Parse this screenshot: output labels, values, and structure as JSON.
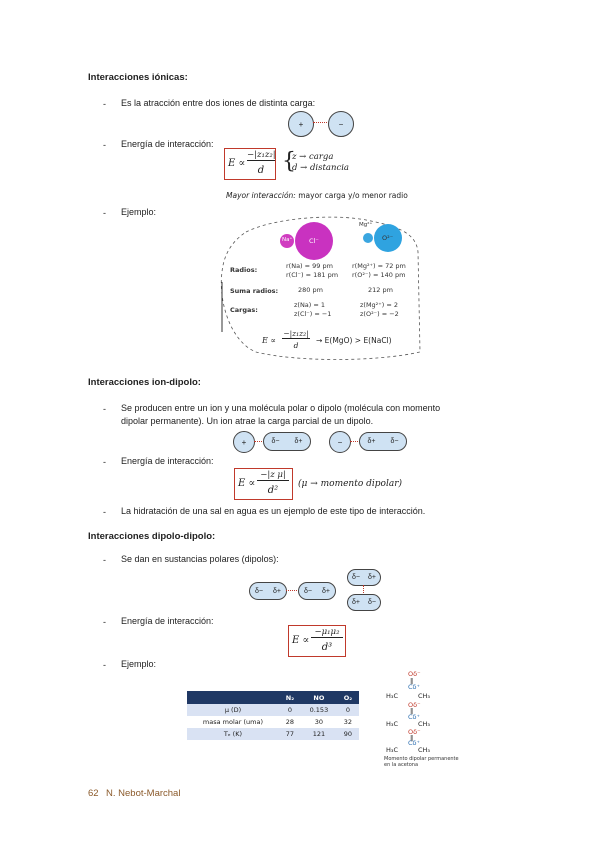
{
  "headings": {
    "ionic": "Interacciones iónicas:",
    "ion_dipole": "Interacciones ion-dipolo:",
    "dipole_dipole": "Interacciones dipolo-dipolo:"
  },
  "bullets": {
    "b1": "Es la atracción entre dos iones de distinta carga:",
    "b2": "Energía de interacción:",
    "b3": "Ejemplo:",
    "b4": "Se producen entre un ion y una molécula polar o dipolo (molécula con momento dipolar permanente). Un ion atrae la carga parcial de un dipolo.",
    "b5": "Energía de interacción:",
    "b6": "La hidratación de una sal en agua es un ejemplo de este tipo de interacción.",
    "b7": "Se dan en sustancias polares (dipolos):",
    "b8": "Energía de interacción:",
    "b9": "Ejemplo:"
  },
  "dash": "-",
  "ionic_formula": {
    "lhs": "E ∝",
    "numerator": "−|z₁z₂|",
    "denominator": "d",
    "z_label": "z → carga",
    "d_label": "d → distancia",
    "note_bold": "Mayor interacción:",
    "note_rest": " mayor carga y/o menor radio"
  },
  "example_figure": {
    "na": "Na⁺",
    "cl": "Cl⁻",
    "mg": "Mg²⁺",
    "o": "O²⁻",
    "row_labels": [
      "Radios:",
      "Suma radios:",
      "Cargas:"
    ],
    "col1": [
      "r(Na) = 99 pm",
      "r(Cl⁻) = 181 pm",
      "280 pm",
      "z(Na) = 1",
      "z(Cl⁻) = −1"
    ],
    "col2": [
      "r(Mg²⁺) = 72 pm",
      "r(O²⁻) = 140 pm",
      "212 pm",
      "z(Mg²⁺) = 2",
      "z(O²⁻) = −2"
    ],
    "formula_lhs": "E ∝",
    "formula_num": "−|z₁z₂|",
    "formula_den": "d",
    "conclusion": "→   E(MgO) > E(NaCl)"
  },
  "ion_dipole_formula": {
    "lhs": "E ∝",
    "numerator": "−|z μ|",
    "denominator": "d²",
    "note": "(μ → momento dipolar)"
  },
  "dipole_formula": {
    "lhs": "E ∝",
    "numerator": "−μ₁μ₂",
    "denominator": "d³"
  },
  "charges": {
    "plus": "+",
    "minus": "−",
    "delta_minus": "δ−",
    "delta_plus": "δ+"
  },
  "table": {
    "headers": [
      "",
      "N₂",
      "NO",
      "O₂"
    ],
    "rows": [
      [
        "μ (D)",
        "0",
        "0.153",
        "0"
      ],
      [
        "masa molar (uma)",
        "28",
        "30",
        "32"
      ],
      [
        "Tₑ (K)",
        "77",
        "121",
        "90"
      ]
    ]
  },
  "molecules": {
    "o": "O",
    "c": "C",
    "h3c": "H₃C",
    "ch3": "CH₃",
    "delta_minus": "δ⁻",
    "delta_plus": "δ⁺",
    "caption": "Momento dipolar permanente en la acetona"
  },
  "footer": {
    "page": "62",
    "author": "N. Nebot-Marchal"
  }
}
